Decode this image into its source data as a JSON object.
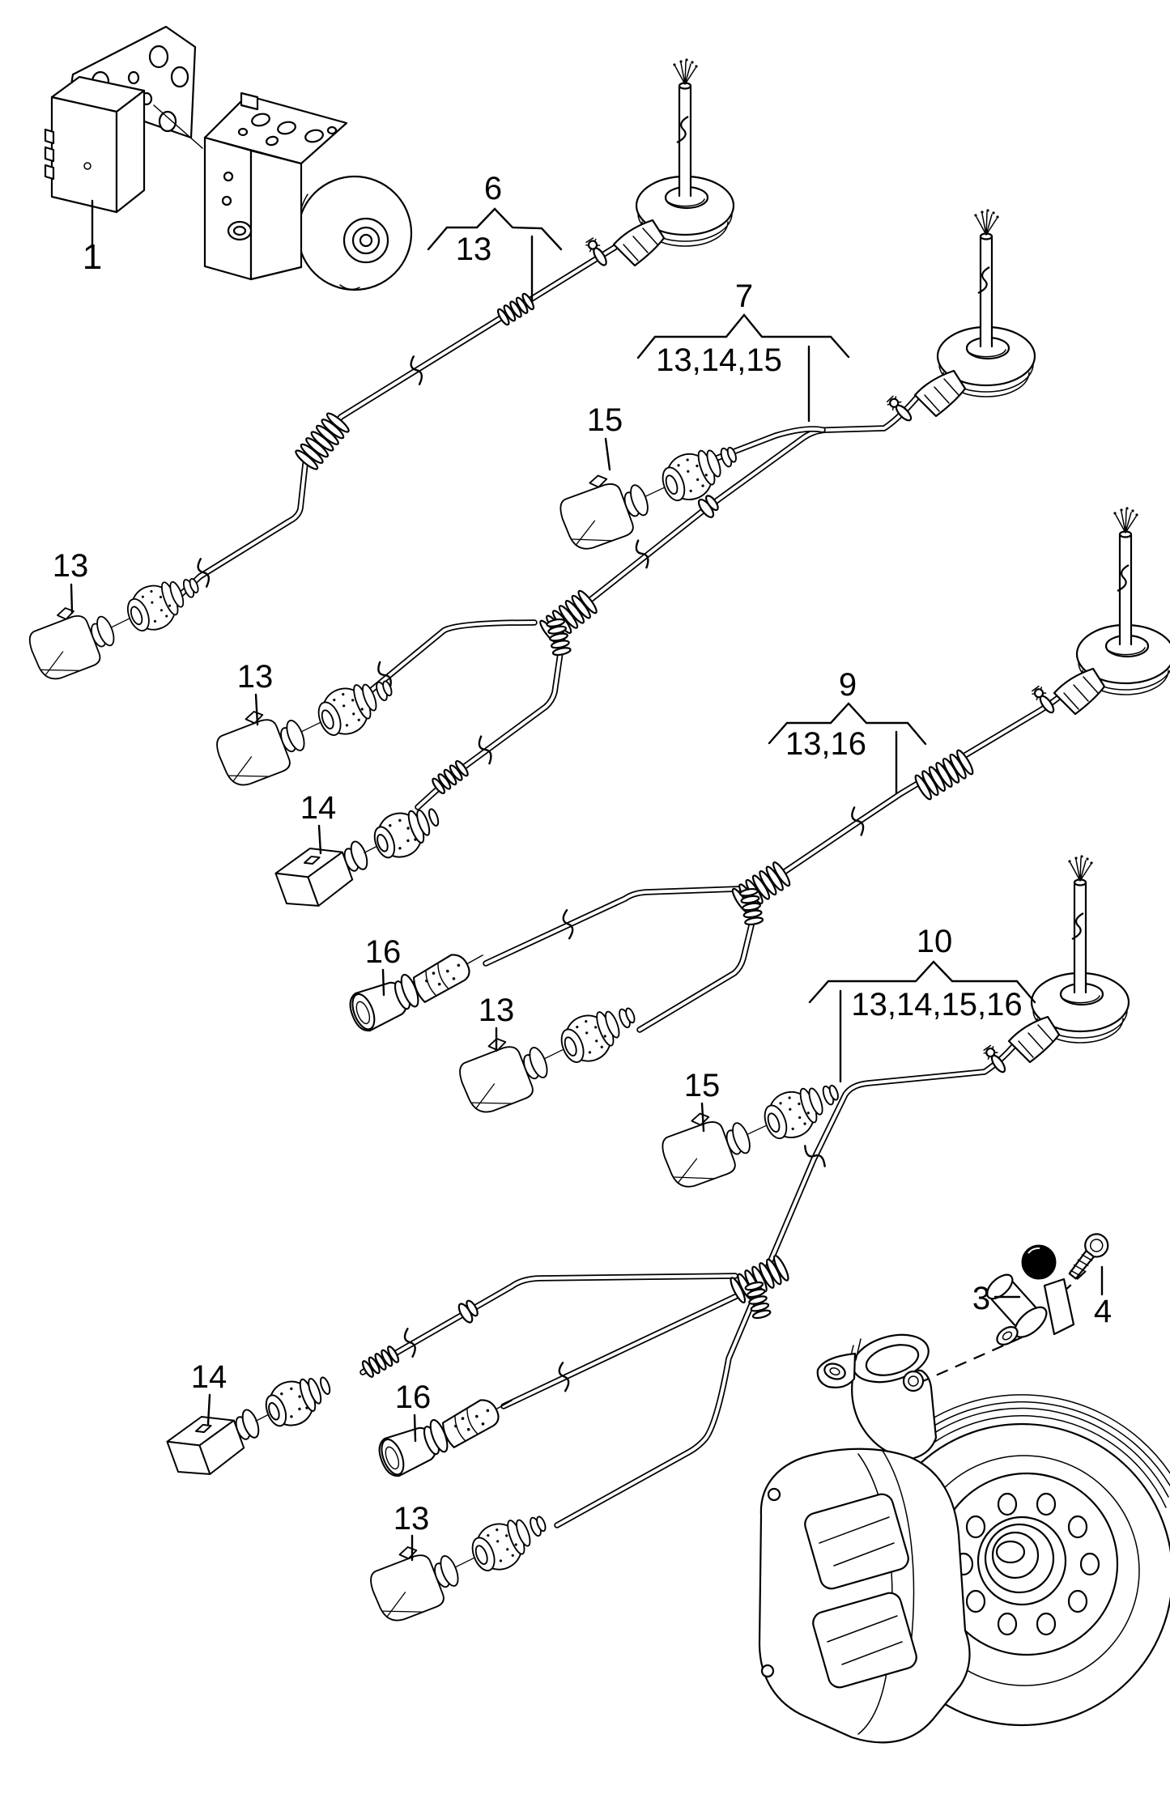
{
  "diagram": {
    "background": "#ffffff",
    "ink": "#000000",
    "items": {
      "control_unit": "1",
      "speed_sensor": "3",
      "sensor_bolt": "4"
    },
    "harness_groups": [
      {
        "number": "6",
        "connectors": "13"
      },
      {
        "number": "7",
        "connectors": "13,14,15"
      },
      {
        "number": "9",
        "connectors": "13,16"
      },
      {
        "number": "10",
        "connectors": "13,14,15,16"
      }
    ],
    "connector_callouts": {
      "h1_left": "13",
      "h2_15": "15",
      "h2_13": "13",
      "h2_14": "14",
      "h3_16": "16",
      "h3_13": "13",
      "h4_15": "15",
      "h4_14": "14",
      "h4_16": "16",
      "h4_13": "13"
    }
  }
}
